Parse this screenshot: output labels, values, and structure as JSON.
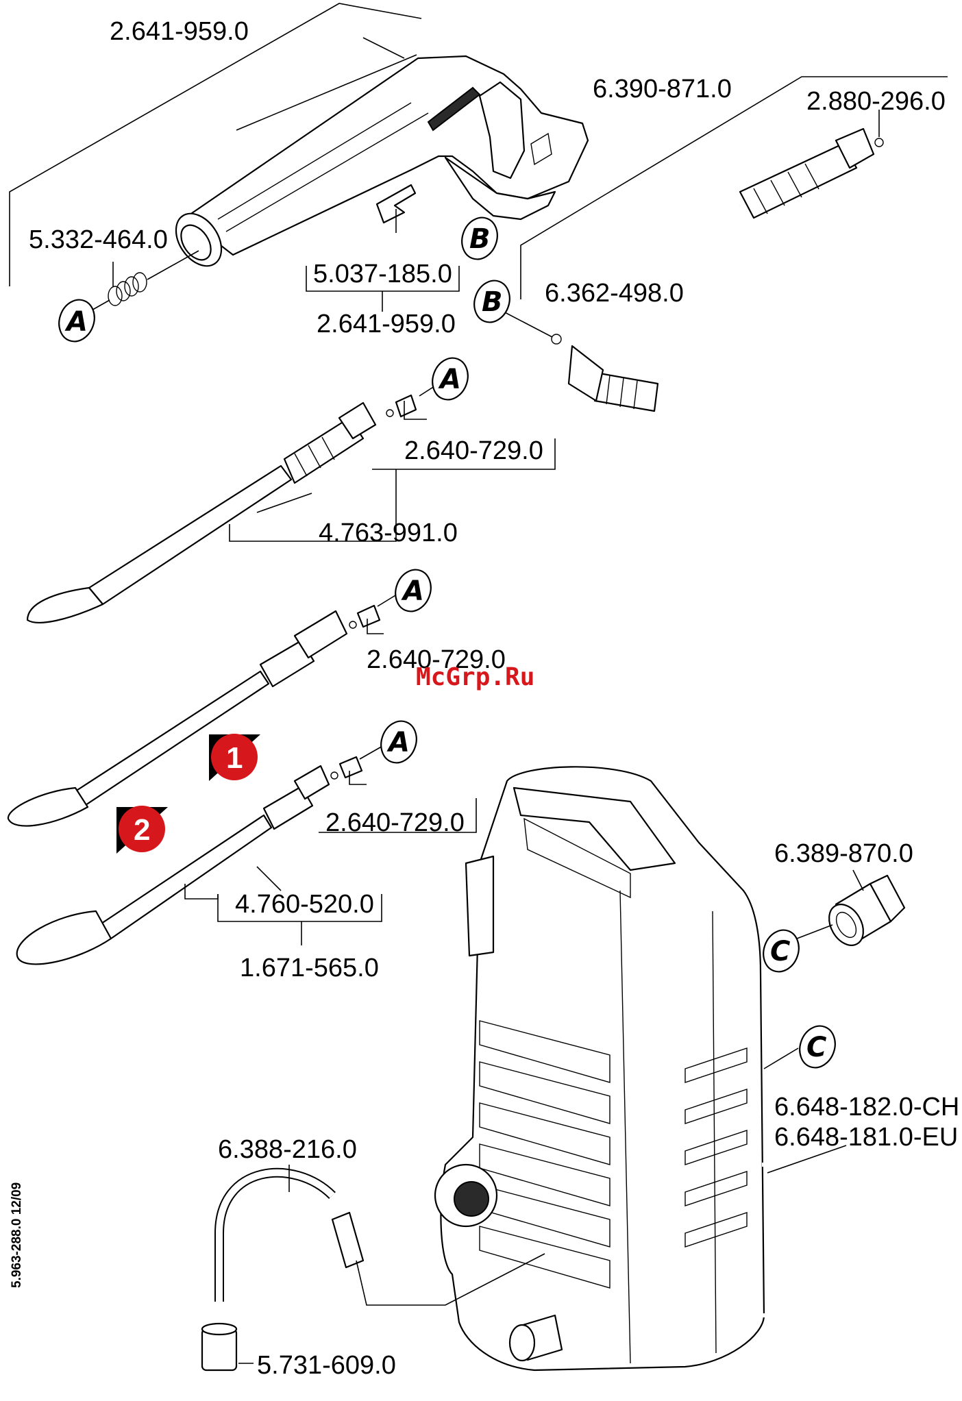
{
  "parts": {
    "gun_assembly": "2.641-959.0",
    "gun_assembly_lower": "2.641-959.0",
    "seal_set": "5.332-464.0",
    "clip": "5.037-185.0",
    "hose_kit": "6.390-871.0",
    "o_ring": "2.880-296.0",
    "hose": "6.362-498.0",
    "nozzle_kit_1": "2.640-729.0",
    "nozzle_kit_2": "2.640-729.0",
    "nozzle_kit_3": "2.640-729.0",
    "dirt_blaster": "4.763-991.0",
    "vario_lance": "4.760-520.0",
    "lance_set": "1.671-565.0",
    "water_coupling": "6.389-870.0",
    "power_cord_ch": "6.648-182.0-CH",
    "power_cord_eu": "6.648-181.0-EU",
    "suction_hose": "6.388-216.0",
    "filter": "5.731-609.0"
  },
  "callouts": {
    "a1": "A",
    "a2": "A",
    "a3": "A",
    "a4": "A",
    "b1": "B",
    "b2": "B",
    "c1": "C",
    "c2": "C"
  },
  "badges": {
    "one": "1",
    "two": "2"
  },
  "doc_code": "5.963-288.0  12/09",
  "watermark": "McGrp.Ru",
  "colors": {
    "badge": "#d6171b",
    "watermark": "#d6171b",
    "line": "#000000"
  },
  "icons": [
    "spray-gun-icon",
    "hose-icon",
    "lance-icon",
    "pressure-washer-icon",
    "coupling-icon"
  ]
}
